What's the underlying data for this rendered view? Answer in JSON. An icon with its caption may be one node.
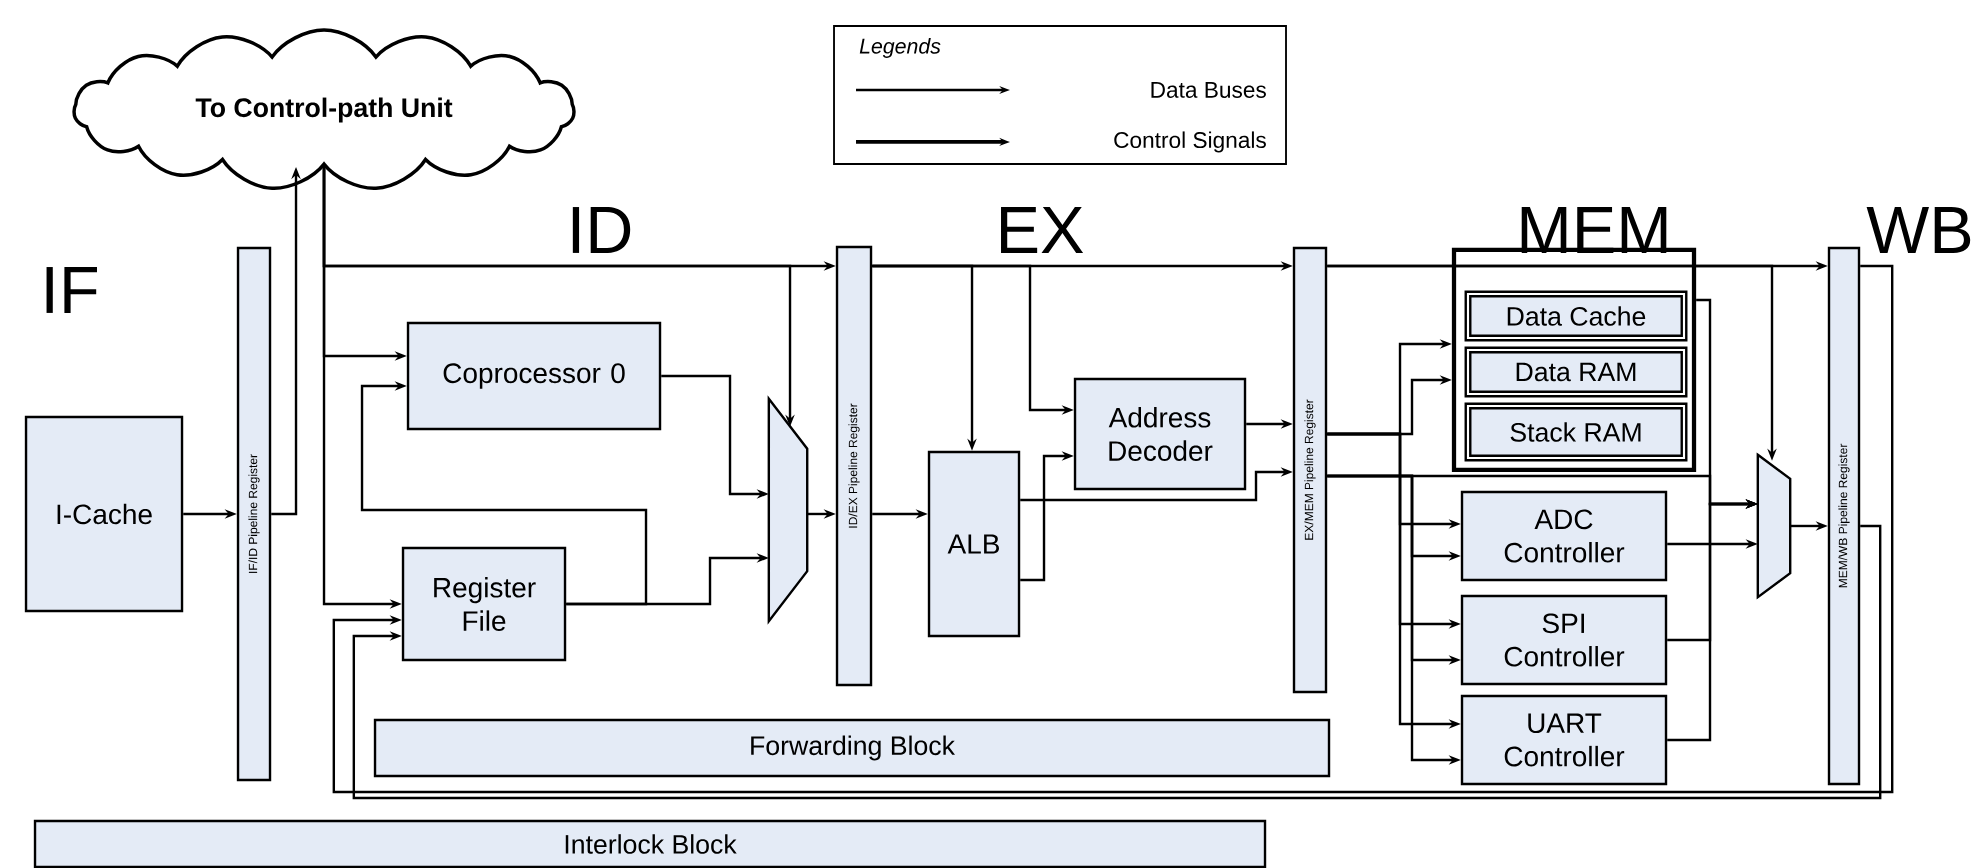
{
  "diagram": {
    "nodes": [
      {
        "text": [
          "To Control-path Unit"
        ]
      },
      {
        "text": [
          "I-Cache"
        ]
      },
      {
        "text": [
          "IF/ID Pipeline Register"
        ]
      },
      {
        "text": [
          "Coprocessor 0"
        ]
      },
      {
        "text": [
          "Register File"
        ]
      },
      {
        "text": [],
        "shape": "trapezoid"
      },
      {
        "text": [
          "ID/EX Pipeline Register"
        ]
      },
      {
        "text": [
          "ALB"
        ]
      },
      {
        "text": [
          "Address Decoder"
        ]
      },
      {
        "text": [
          "EX/MEM Pipeline Register"
        ]
      },
      {
        "text": [],
        "shape": "box"
      },
      {
        "text": [
          "Data Cache"
        ],
        "in": 10
      },
      {
        "text": [
          "Data RAM"
        ],
        "in": 10
      },
      {
        "text": [
          "Stack RAM"
        ],
        "in": 10
      },
      {
        "text": [
          "ADC Controller"
        ]
      },
      {
        "text": [
          "SPI Controller"
        ]
      },
      {
        "text": [
          "UART Controller"
        ]
      },
      {
        "text": [],
        "shape": "trapezoid"
      },
      {
        "text": [
          "MEM/WB Pipeline Register"
        ]
      },
      {
        "text": [
          "Forwarding Block"
        ]
      },
      {
        "text": [
          "Interlock Block"
        ]
      }
    ],
    "edges": [
      {
        "from": 1,
        "to": 2,
        "arrow": "to"
      },
      {
        "from": 2,
        "to": 0,
        "arrow": "to"
      },
      {
        "from": 0,
        "to": 6,
        "arrow": "to"
      },
      {
        "from": 0,
        "to": 3,
        "arrow": "to"
      },
      {
        "from": 0,
        "to": 4,
        "arrow": "to"
      },
      {
        "from": 0,
        "to": 5,
        "arrow": "to"
      },
      {
        "from": 3,
        "to": 5,
        "arrow": "to"
      },
      {
        "from": 4,
        "to": 5,
        "arrow": "to"
      },
      {
        "from": 4,
        "to": 3,
        "arrow": "to"
      },
      {
        "from": 5,
        "to": 6,
        "arrow": "to"
      },
      {
        "from": 6,
        "to": 7,
        "arrow": "to"
      },
      {
        "from": 6,
        "to": 7,
        "arrow": "to"
      },
      {
        "from": 6,
        "to": 9,
        "arrow": "to"
      },
      {
        "from": 6,
        "to": 8,
        "arrow": "to"
      },
      {
        "from": 7,
        "to": 8,
        "arrow": "to"
      },
      {
        "from": 7,
        "to": 9,
        "arrow": "to"
      },
      {
        "from": 8,
        "to": 9,
        "arrow": "to"
      },
      {
        "from": 9,
        "to": 10,
        "arrow": "to"
      },
      {
        "from": 9,
        "to": 10,
        "arrow": "to"
      },
      {
        "from": 9,
        "to": 14,
        "arrow": "to"
      },
      {
        "from": 9,
        "to": 14,
        "arrow": "to"
      },
      {
        "from": 9,
        "to": 15,
        "arrow": "to"
      },
      {
        "from": 9,
        "to": 15,
        "arrow": "to"
      },
      {
        "from": 9,
        "to": 16,
        "arrow": "to"
      },
      {
        "from": 9,
        "to": 16,
        "arrow": "to"
      },
      {
        "from": 9,
        "to": 17,
        "arrow": "to"
      },
      {
        "from": 10,
        "to": 17,
        "arrow": "to"
      },
      {
        "from": 14,
        "to": 17,
        "arrow": "to"
      },
      {
        "from": 15,
        "to": 17,
        "arrow": "to"
      },
      {
        "from": 16,
        "to": 17,
        "arrow": "to"
      },
      {
        "from": 9,
        "to": 18,
        "arrow": "to"
      },
      {
        "from": 9,
        "to": 17,
        "arrow": "to"
      },
      {
        "from": 17,
        "to": 18,
        "arrow": "to"
      },
      {
        "from": 18,
        "to": 4,
        "arrow": "to"
      },
      {
        "from": 18,
        "to": 4,
        "arrow": "to"
      }
    ],
    "labels": [
      "IF",
      "ID",
      "EX",
      "MEM",
      "WB",
      "Legends"
    ],
    "legend": [
      {
        "text": "Data Buses"
      },
      {
        "text": "Control Signals"
      }
    ]
  }
}
